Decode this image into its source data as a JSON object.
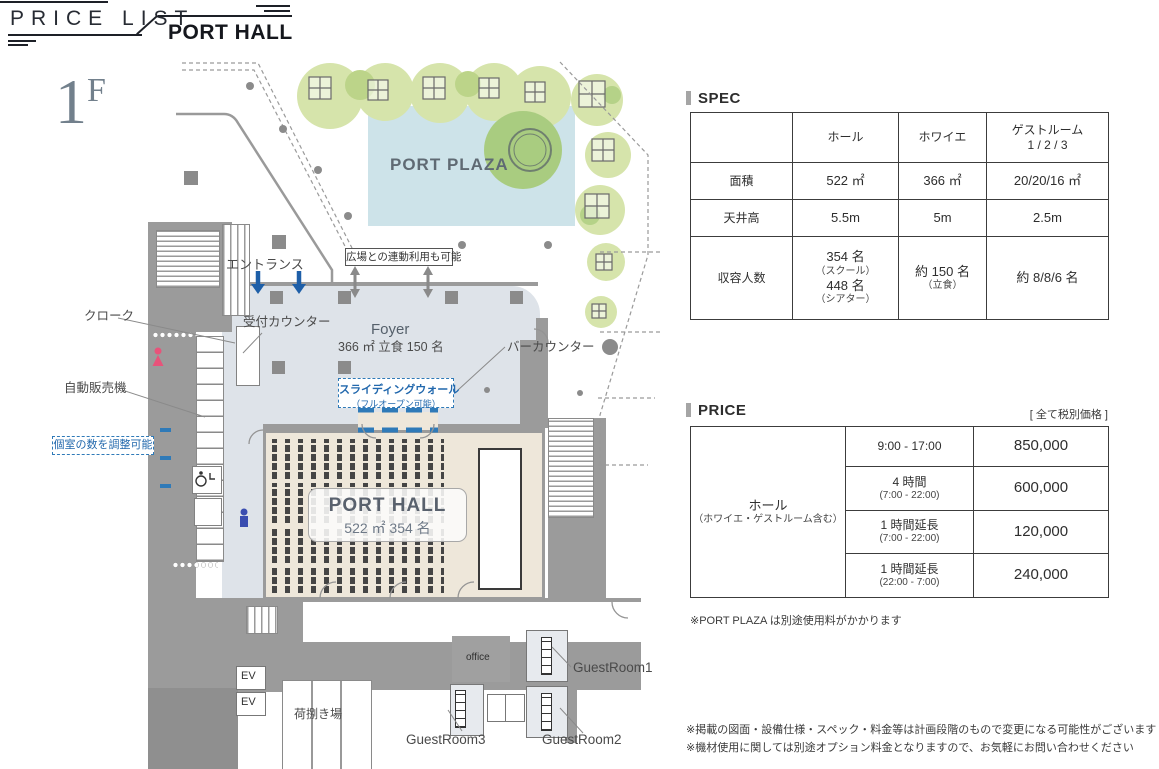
{
  "header": {
    "page_title": "PRICE LIST",
    "hall_name": "PORT HALL"
  },
  "floorplan": {
    "floor_number": "1",
    "floor_suffix": "F",
    "plaza_label": "PORT PLAZA",
    "plaza_note": "広場との連動利用も可能",
    "entrance_label": "エントランス",
    "cloak_label": "クローク",
    "reception_label": "受付カウンター",
    "foyer_title": "Foyer",
    "foyer_spec": "366 ㎡ 立食 150 名",
    "bar_counter_label": "バーカウンター",
    "sliding_wall_label": "スライディングウォール",
    "sliding_wall_sub": "（フルオープン可能）",
    "vending_label": "自動販売機",
    "private_rooms_note": "個室の数を調整可能",
    "hall_name": "PORT HALL",
    "hall_spec": "522 ㎡  354 名",
    "ev1": "EV",
    "ev2": "EV",
    "loading_label": "荷捌き場",
    "office_label": "office",
    "guestroom1_label": "GuestRoom1",
    "guestroom2_label": "GuestRoom2",
    "guestroom3_label": "GuestRoom3"
  },
  "spec": {
    "title": "SPEC",
    "columns": [
      "ホール",
      "ホワイエ",
      "ゲストルーム",
      "1 / 2 / 3"
    ],
    "row_area": {
      "label": "面積",
      "hall": "522 ㎡",
      "foyer": "366 ㎡",
      "guest": "20/20/16 ㎡"
    },
    "row_ceiling": {
      "label": "天井高",
      "hall": "5.5m",
      "foyer": "5m",
      "guest": "2.5m"
    },
    "row_capacity": {
      "label": "収容人数",
      "hall_1": "354 名",
      "hall_1s": "（スクール）",
      "hall_2": "448 名",
      "hall_2s": "（シアター）",
      "foyer_1": "約 150 名",
      "foyer_1s": "（立食）",
      "guest": "約 8/8/6 名"
    }
  },
  "price": {
    "title": "PRICE",
    "tax_note": "[ 全て税別価格 ]",
    "item": "ホール",
    "item_sub": "（ホワイエ・ゲストルーム含む）",
    "rows": [
      {
        "time": "9:00 - 17:00",
        "time_sub": "",
        "value": "850,000"
      },
      {
        "time": "4 時間",
        "time_sub": "(7:00 - 22:00)",
        "value": "600,000"
      },
      {
        "time": "1 時間延長",
        "time_sub": "(7:00 - 22:00)",
        "value": "120,000"
      },
      {
        "time": "1 時間延長",
        "time_sub": "(22:00 - 7:00)",
        "value": "240,000"
      }
    ],
    "note": "※PORT PLAZA は別途使用料がかかります"
  },
  "notes": {
    "line1": "※掲載の図面・設備仕様・スペック・料金等は計画段階のもので変更になる可能性がございます",
    "line2": "※機材使用に関しては別途オプション料金となりますので、お気軽にお問い合わせください"
  },
  "colors": {
    "accent_blue": "#2268ad",
    "plaza_blue": "#cde3e9",
    "hall_beige": "#eee7da",
    "foyer_gray_blue": "#dee3e9",
    "wall_gray": "#9b9b9b",
    "tree_green": "#d6e4ab",
    "female_pink": "#e8537a",
    "male_blue": "#3a4db0"
  }
}
